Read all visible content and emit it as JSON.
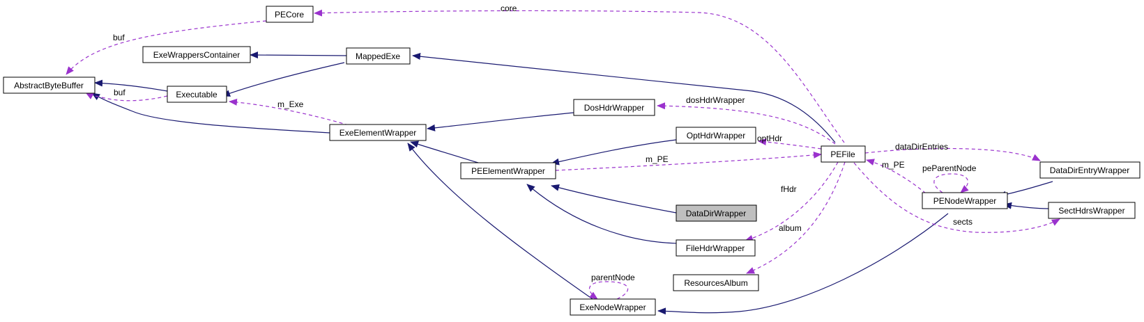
{
  "colors": {
    "inheritance_edge": "#191970",
    "usage_edge": "#9a32cd",
    "highlight_fill": "#bfbfbf",
    "node_fill": "#ffffff",
    "node_stroke": "#000000"
  },
  "nodes": {
    "pecore": "PECore",
    "abstractbytebuffer": "AbstractByteBuffer",
    "exewrapperscontainer": "ExeWrappersContainer",
    "mappedexe": "MappedExe",
    "executable": "Executable",
    "doshdrwrapper": "DosHdrWrapper",
    "exeelementwrapper": "ExeElementWrapper",
    "opthdrwrapper": "OptHdrWrapper",
    "pefile": "PEFile",
    "datadirentrywrapper": "DataDirEntryWrapper",
    "peelementwrapper": "PEElementWrapper",
    "penodewrapper": "PENodeWrapper",
    "sectHdrswrapper": "SectHdrsWrapper",
    "datadirwrapper": "DataDirWrapper",
    "filehdrwrapper": "FileHdrWrapper",
    "resourcesalbum": "ResourcesAlbum",
    "exenodewrapper": "ExeNodeWrapper"
  },
  "edge_labels": {
    "core": "core",
    "buf_pecore": "buf",
    "buf_executable": "buf",
    "m_exe": "m_Exe",
    "doshdrwrapper": "dosHdrWrapper",
    "opthdr": "optHdr",
    "m_pe_peelement": "m_PE",
    "datadirentries": "dataDirEntries",
    "m_pe_penode": "m_PE",
    "peparentnode": "peParentNode",
    "fhdr": "fHdr",
    "sects": "sects",
    "album": "album",
    "parentnode": "parentNode"
  }
}
